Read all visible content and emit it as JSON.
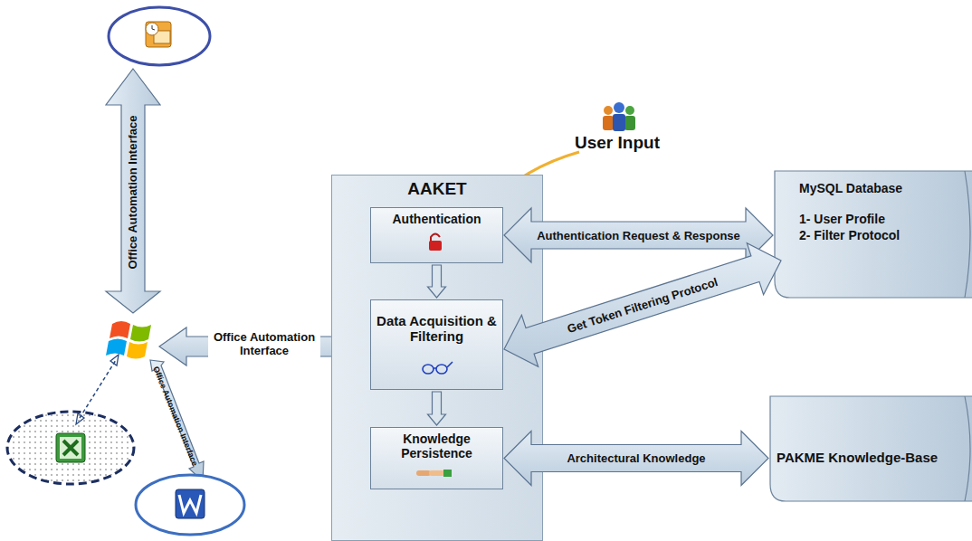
{
  "diagram": {
    "nodes": [
      {
        "text": [
          "AAKET"
        ]
      },
      {
        "text": [
          "Authentication"
        ],
        "in": 0
      },
      {
        "text": [
          "Data Acquisition & Filtering"
        ],
        "in": 0
      },
      {
        "text": [
          "Knowledge Persistence"
        ],
        "in": 0
      },
      {
        "text": [
          "MySQL Database",
          "1- User Profile",
          "2- Filter Protocol"
        ]
      },
      {
        "text": [
          "PAKME Knowledge-Base"
        ]
      }
    ],
    "edges": [
      {
        "from": 1,
        "to": 4,
        "label": "Authentication Request & Response",
        "arrow": "both"
      },
      {
        "from": 2,
        "to": 4,
        "label": "Get Token Filtering Protocol",
        "arrow": "both"
      },
      {
        "from": 3,
        "to": 5,
        "label": "Architectural Knowledge",
        "arrow": "both"
      },
      {
        "from": 1,
        "to": 2,
        "arrow": "to"
      },
      {
        "from": 2,
        "to": 3,
        "arrow": "to"
      }
    ],
    "labels": [
      "User Input",
      "Office Automation Interface",
      "Office Automation Interface",
      "Office Automation Interface"
    ]
  }
}
